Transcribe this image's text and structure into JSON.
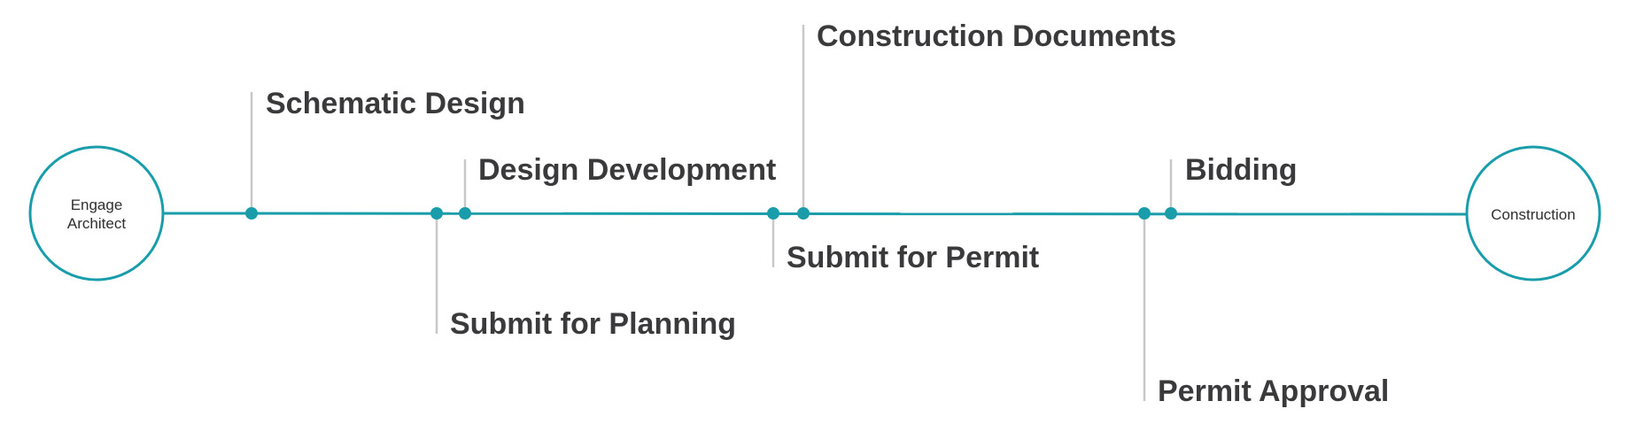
{
  "colors": {
    "accent": "#1a9daa",
    "connector": "#c8c8c8",
    "text": "#3a3a3c"
  },
  "start": {
    "label_lines": [
      "Engage",
      "Architect"
    ]
  },
  "end": {
    "label_lines": [
      "Construction"
    ]
  },
  "milestones": [
    {
      "label": "Schematic Design"
    },
    {
      "label": "Submit for Planning"
    },
    {
      "label": "Design Development"
    },
    {
      "label": "Submit for Permit"
    },
    {
      "label": "Construction Documents"
    },
    {
      "label": "Permit Approval"
    },
    {
      "label": "Bidding"
    }
  ]
}
